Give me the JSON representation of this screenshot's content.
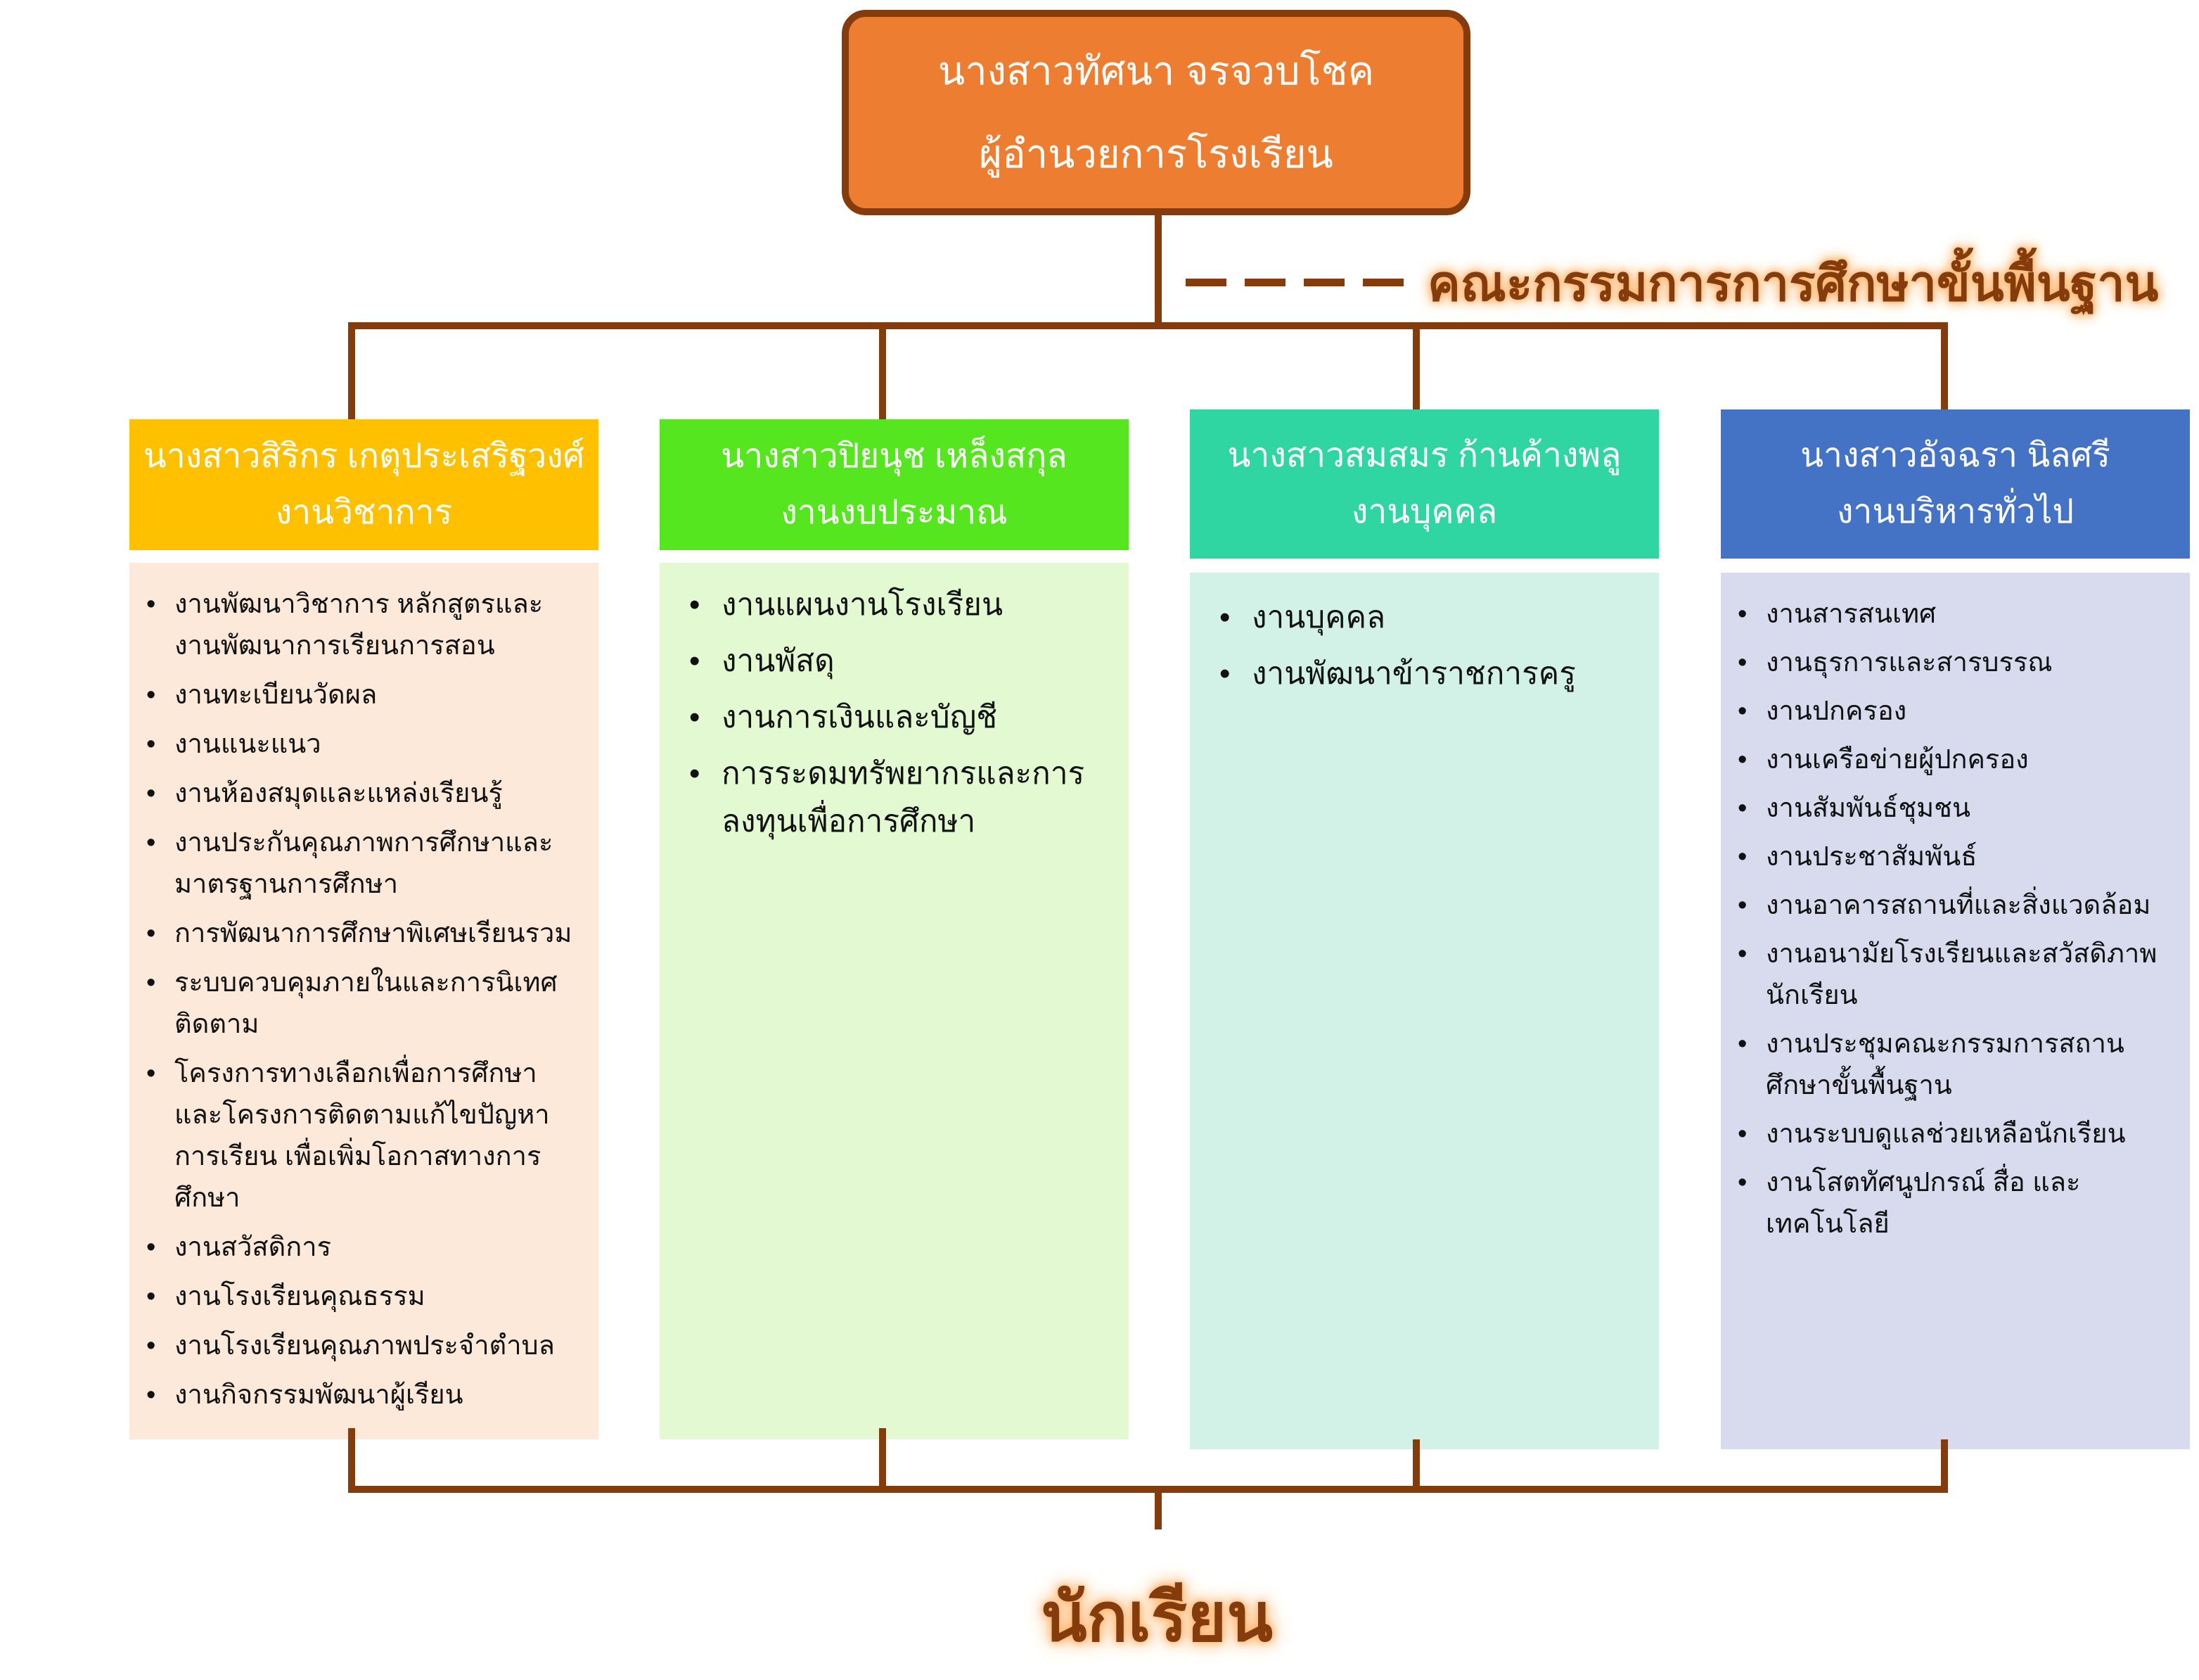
{
  "director": {
    "name": "นางสาวทัศนา จรจวบโชค",
    "title": "ผู้อำนวยการโรงเรียน"
  },
  "committee": "คณะกรรมการการศึกษาขั้นพื้นฐาน",
  "departments": [
    {
      "head": "นางสาวสิริกร เกตุประเสริฐวงศ์",
      "name": "งานวิชาการ",
      "header_color": "#ffc000",
      "panel_color": "#fde9d9",
      "tasks": [
        "งานพัฒนาวิชาการ หลักสูตรและงานพัฒนาการเรียนการสอน",
        "งานทะเบียนวัดผล",
        "งานแนะแนว",
        "งานห้องสมุดและแหล่งเรียนรู้",
        "งานประกันคุณภาพการศึกษาและมาตรฐานการศึกษา",
        "การพัฒนาการศึกษาพิเศษเรียนรวม",
        "ระบบควบคุมภายในและการนิเทศติดตาม",
        "โครงการทางเลือกเพื่อการศึกษาและโครงการติดตามแก้ไขปัญหาการเรียน เพื่อเพิ่มโอกาสทางการศึกษา",
        "งานสวัสดิการ",
        "งานโรงเรียนคุณธรรม",
        "งานโรงเรียนคุณภาพประจำตำบล",
        "งานกิจกรรมพัฒนาผู้เรียน"
      ]
    },
    {
      "head": "นางสาวปิยนุช เหล็งสกุล",
      "name": "งานงบประมาณ",
      "header_color": "#55e620",
      "panel_color": "#e2f9d2",
      "tasks": [
        "งานแผนงานโรงเรียน",
        "งานพัสดุ",
        "งานการเงินและบัญชี",
        "การระดมทรัพยากรและการลงทุนเพื่อการศึกษา"
      ]
    },
    {
      "head": "นางสาวสมสมร ก้านค้างพลู",
      "name": "งานบุคคล",
      "header_color": "#2fd6a1",
      "panel_color": "#d2f2e8",
      "tasks": [
        "งานบุคคล",
        "งานพัฒนาข้าราชการครู"
      ]
    },
    {
      "head": "นางสาวอัจฉรา นิลศรี",
      "name": "งานบริหารทั่วไป",
      "header_color": "#4472c4",
      "panel_color": "#d7dbed",
      "tasks": [
        "งานสารสนเทศ",
        "งานธุรการและสารบรรณ",
        "งานปกครอง",
        "งานเครือข่ายผู้ปกครอง",
        "งานสัมพันธ์ชุมชน",
        "งานประชาสัมพันธ์",
        "งานอาคารสถานที่และสิ่งแวดล้อม",
        "งานอนามัยโรงเรียนและสวัสดิภาพนักเรียน",
        "งานประชุมคณะกรรมการสถานศึกษาขั้นพื้นฐาน",
        "งานระบบดูแลช่วยเหลือนักเรียน",
        "งานโสตทัศนูปกรณ์ สื่อ และเทคโนโลยี"
      ]
    }
  ],
  "students": "นักเรียน"
}
